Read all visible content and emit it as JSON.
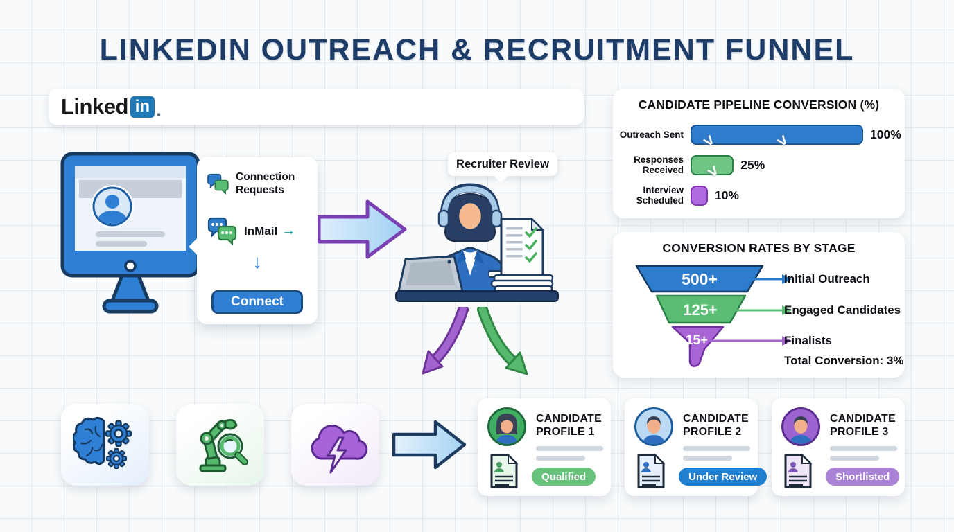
{
  "page_title": "LINKEDIN OUTREACH & RECRUITMENT FUNNEL",
  "linkedin": {
    "wordmark": "Linked",
    "badge": "in",
    "dot": "."
  },
  "outreach_popup": {
    "items": [
      {
        "label": "Connection Requests"
      },
      {
        "label": "InMail",
        "arrow": "→"
      }
    ],
    "down_arrow": "↓",
    "connect_button": "Connect"
  },
  "recruiter": {
    "label": "Recruiter Review"
  },
  "pipeline_panel": {
    "title": "CANDIDATE PIPELINE CONVERSION (%)",
    "rows": [
      {
        "label": "Outreach Sent",
        "value": "100%",
        "pct": 100,
        "color": "#2e7ccc"
      },
      {
        "label": "Responses Received",
        "value": "25%",
        "pct": 25,
        "color": "#6ec584"
      },
      {
        "label": "Interview Scheduled",
        "value": "10%",
        "pct": 10,
        "color": "#b06ae0"
      }
    ],
    "chevron": ">"
  },
  "funnel_panel": {
    "title": "CONVERSION RATES BY STAGE",
    "stages": [
      {
        "count": "500+",
        "label": "Initial Outreach",
        "color": "#2e7ccc"
      },
      {
        "count": "125+",
        "label": "Engaged Candidates",
        "color": "#5bbd74"
      },
      {
        "count": "15+",
        "label": "Finalists",
        "color": "#a264cf"
      }
    ],
    "total_label": "Total Conversion: 3%"
  },
  "profiles": [
    {
      "title": "CANDIDATE PROFILE 1",
      "status": "Qualified",
      "status_color": "#67c27c",
      "avatar_color": "#3fae63"
    },
    {
      "title": "CANDIDATE PROFILE 2",
      "status": "Under Review",
      "status_color": "#1f7fd0",
      "avatar_color": "#bcd9f3"
    },
    {
      "title": "CANDIDATE PROFILE 3",
      "status": "Shortlisted",
      "status_color": "#a981d6",
      "avatar_color": "#9d64cf"
    }
  ],
  "colors": {
    "title_navy": "#1d3c68",
    "linkedin_blue": "#2077b5",
    "blue": "#2e7ccc",
    "green": "#5bbd74",
    "purple": "#a264cf",
    "teal_arrow": "#0fa3a8"
  },
  "chart_data": [
    {
      "type": "bar",
      "orientation": "horizontal",
      "title": "CANDIDATE PIPELINE CONVERSION (%)",
      "categories": [
        "Outreach Sent",
        "Responses Received",
        "Interview Scheduled"
      ],
      "values": [
        100,
        25,
        10
      ],
      "unit": "%",
      "xlim": [
        0,
        100
      ],
      "colors": [
        "#2e7ccc",
        "#6ec584",
        "#b06ae0"
      ],
      "grid": false,
      "legend": "none"
    },
    {
      "type": "funnel",
      "title": "CONVERSION RATES BY STAGE",
      "stages": [
        {
          "label": "Initial Outreach",
          "value": "500+"
        },
        {
          "label": "Engaged Candidates",
          "value": "125+"
        },
        {
          "label": "Finalists",
          "value": "15+"
        }
      ],
      "annotation": "Total Conversion: 3%",
      "colors": [
        "#2e7ccc",
        "#5bbd74",
        "#a264cf"
      ]
    }
  ]
}
